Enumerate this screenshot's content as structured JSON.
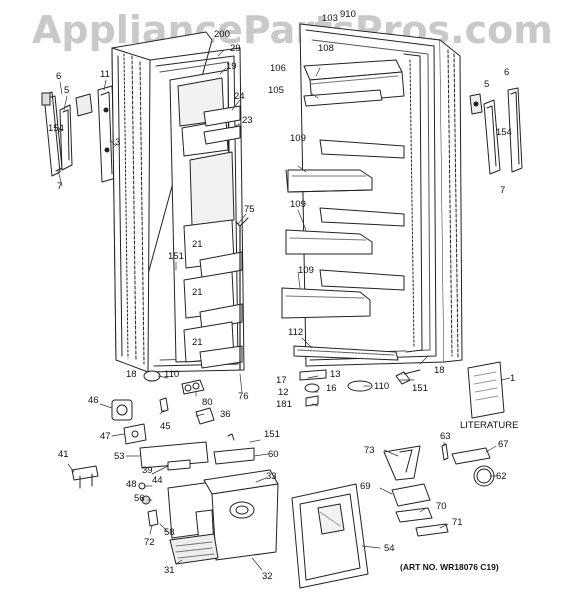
{
  "watermark": "AppliancePartsPros.com",
  "literature_label": "LITERATURE",
  "art_number": "(ART NO. WR18076 C19)",
  "callouts": {
    "c6_left": "6",
    "c5_left": "5",
    "c154_left": "154",
    "c7_left": "7",
    "c11": "11",
    "c3": "3",
    "c6_right": "6",
    "c5_right": "5",
    "c154_right": "154",
    "c7_right": "7",
    "c200": "200",
    "c29": "29",
    "c19": "19",
    "c24": "24",
    "c23": "23",
    "c75": "75",
    "c151_a": "151",
    "c21_a": "21",
    "c21_b": "21",
    "c21_c": "21",
    "c76": "76",
    "c18_left": "18",
    "c110_left": "110",
    "c80": "80",
    "c103": "103",
    "c910": "910",
    "c108": "108",
    "c106": "106",
    "c105": "105",
    "c109_a": "109",
    "c109_b": "109",
    "c109_c": "109",
    "c112": "112",
    "c13": "13",
    "c17": "17",
    "c12": "12",
    "c16": "16",
    "c181": "181",
    "c110_right": "110",
    "c151_b": "151",
    "c18_right": "18",
    "c1": "1",
    "c46": "46",
    "c45": "45",
    "c36": "36",
    "c47": "47",
    "c151_c": "151",
    "c53": "53",
    "c60": "60",
    "c41": "41",
    "c39": "39",
    "c44": "44",
    "c33": "33",
    "c48": "48",
    "c56": "56",
    "c58": "58",
    "c72": "72",
    "c31": "31",
    "c32": "32",
    "c54": "54",
    "c73": "73",
    "c63": "63",
    "c67": "67",
    "c62": "62",
    "c69": "69",
    "c70": "70",
    "c71": "71"
  }
}
